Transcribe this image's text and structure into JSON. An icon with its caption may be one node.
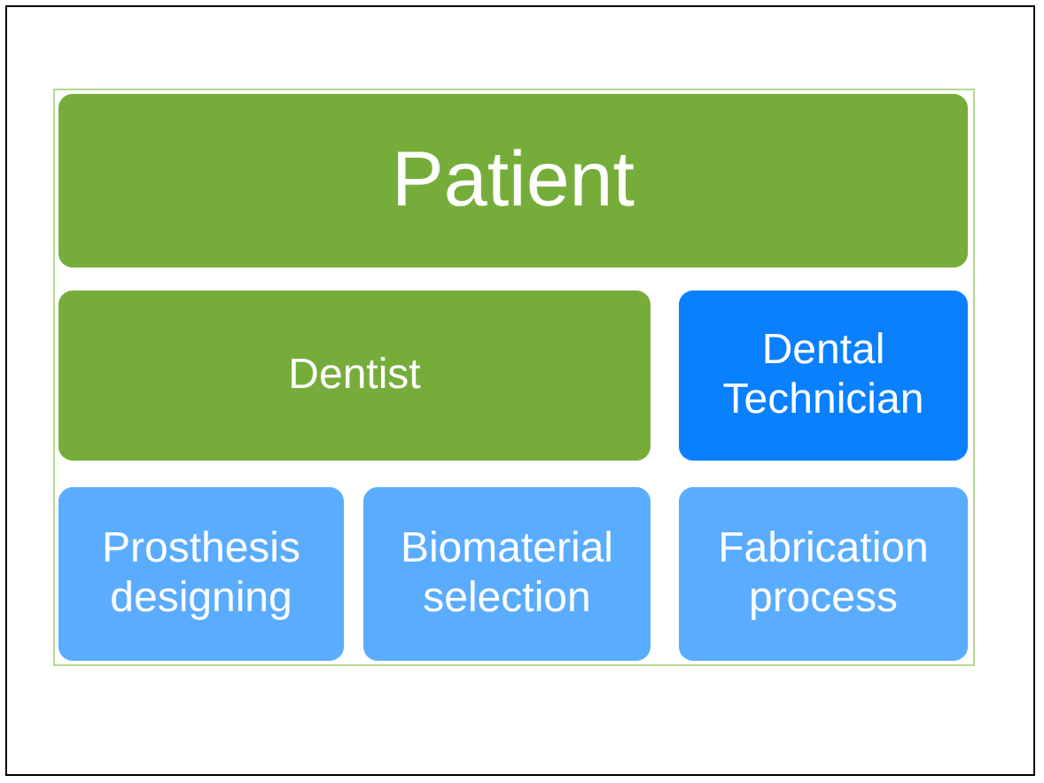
{
  "diagram": {
    "nodes": [
      {
        "text": [
          "Patient"
        ]
      },
      {
        "text": [
          "Dentist"
        ]
      },
      {
        "text": [
          "Dental Technician"
        ]
      },
      {
        "text": [
          "Prosthesis designing"
        ]
      },
      {
        "text": [
          "Biomaterial selection"
        ]
      },
      {
        "text": [
          "Fabrication process"
        ]
      }
    ]
  }
}
